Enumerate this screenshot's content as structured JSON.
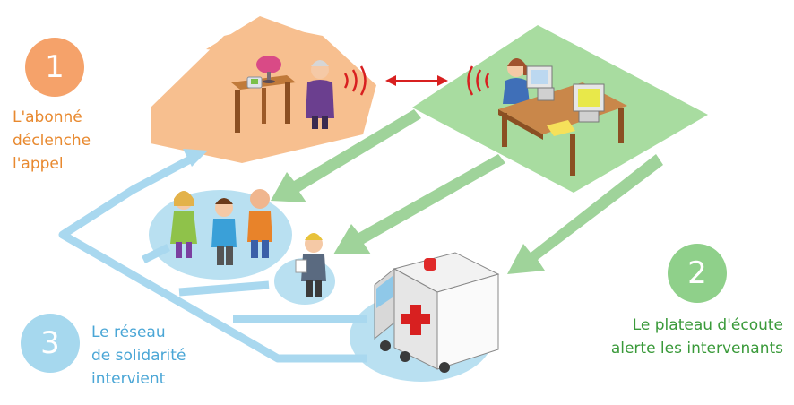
{
  "steps": [
    {
      "number": "1",
      "label": "L'abonné\ndéclenche\nl'appel",
      "color": "#f5a26a",
      "text_color": "#e8892f"
    },
    {
      "number": "2",
      "label": "Le plateau d'écoute\nalerte les intervenants",
      "color": "#8fd08a",
      "text_color": "#3a9a3a"
    },
    {
      "number": "3",
      "label": "Le réseau\nde solidarité\nintervient",
      "color": "#a6d8ee",
      "text_color": "#4aa6d6"
    }
  ],
  "colors": {
    "house": "#f7bf8f",
    "call_center": "#a8dca0",
    "network": "#b9e0f1",
    "green_arrow": "#9fd39a",
    "blue_arrow": "#a9d8ef",
    "signal_red": "#d82020"
  },
  "icons": [
    "lamp-icon",
    "phone-base-icon",
    "computer-icon",
    "ambulance-icon",
    "red-cross-icon",
    "siren-icon"
  ]
}
